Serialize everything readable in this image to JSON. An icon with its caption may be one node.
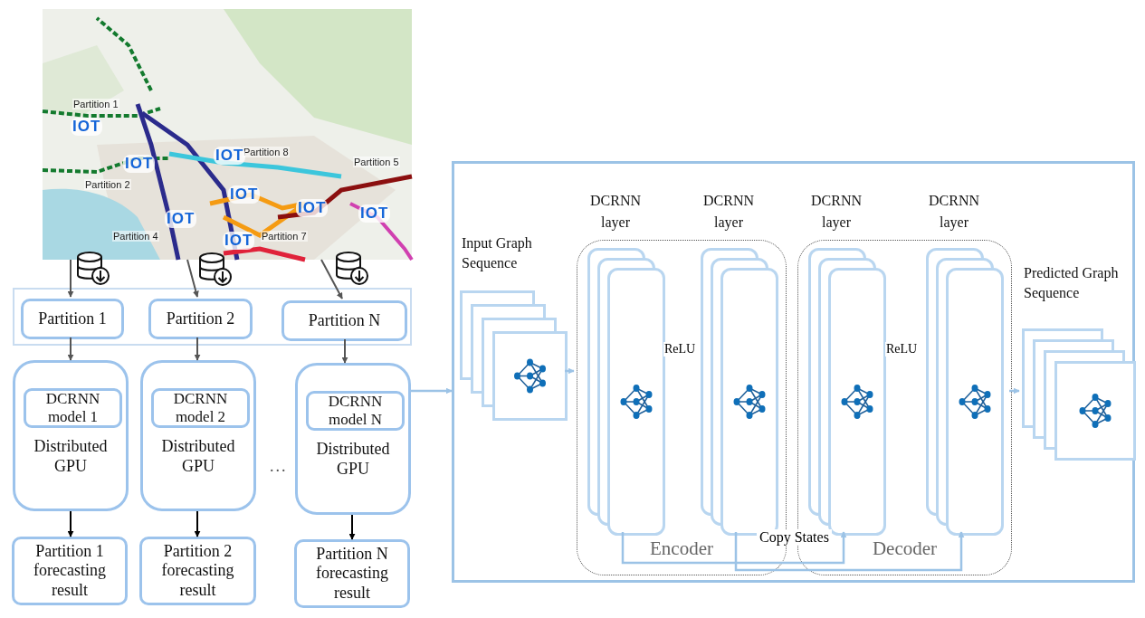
{
  "diagram": {
    "nodes": [
      {
        "text": [],
        "shape": "picture"
      },
      {
        "text": [],
        "shape": "box"
      },
      {
        "text": [
          "Partition 1"
        ],
        "in": 1
      },
      {
        "text": [
          "Partition 2"
        ],
        "in": 1
      },
      {
        "text": [
          "Partition N"
        ],
        "in": 1
      },
      {
        "text": [
          "Distributed GPU"
        ]
      },
      {
        "text": [
          "DCRNN model 1"
        ],
        "in": 5
      },
      {
        "text": [
          "Distributed GPU"
        ]
      },
      {
        "text": [
          "DCRNN model 2"
        ],
        "in": 7
      },
      {
        "text": [
          "Distributed GPU"
        ]
      },
      {
        "text": [
          "DCRNN model N"
        ],
        "in": 9
      },
      {
        "text": [
          "Partition 1 forecasting result"
        ]
      },
      {
        "text": [
          "Partition 2 forecasting result"
        ]
      },
      {
        "text": [
          "Partition N forecasting result"
        ]
      },
      {
        "text": [],
        "shape": "box"
      },
      {
        "text": [
          "Input Graph Sequence"
        ],
        "in": 14
      },
      {
        "text": [
          "Encoder"
        ],
        "in": 14
      },
      {
        "text": [],
        "shape": "box",
        "in": 16,
        "beside": [
          "DCRNN layer"
        ]
      },
      {
        "text": [],
        "shape": "box",
        "in": 16,
        "beside": [
          "DCRNN layer"
        ]
      },
      {
        "text": [
          "Decoder"
        ],
        "in": 14
      },
      {
        "text": [],
        "shape": "box",
        "in": 19,
        "beside": [
          "DCRNN layer"
        ]
      },
      {
        "text": [],
        "shape": "box",
        "in": 19,
        "beside": [
          "DCRNN layer"
        ]
      },
      {
        "text": [
          "Predicted Graph Sequence"
        ],
        "in": 14
      }
    ],
    "edges": [
      {
        "from": 0,
        "to": 2,
        "arrow": "to"
      },
      {
        "from": 0,
        "to": 3,
        "arrow": "to"
      },
      {
        "from": 0,
        "to": 4,
        "arrow": "to"
      },
      {
        "from": 2,
        "to": 5,
        "arrow": "to"
      },
      {
        "from": 3,
        "to": 7,
        "arrow": "to"
      },
      {
        "from": 4,
        "to": 9,
        "arrow": "to"
      },
      {
        "from": 5,
        "to": 11,
        "arrow": "to",
        "color": "#000000"
      },
      {
        "from": 7,
        "to": 12,
        "arrow": "to",
        "color": "#000000"
      },
      {
        "from": 9,
        "to": 13,
        "arrow": "to",
        "color": "#000000"
      },
      {
        "from": 9,
        "to": 14,
        "arrow": "to",
        "color": "#9cc3e6"
      },
      {
        "from": 15,
        "to": 16,
        "arrow": "to",
        "color": "#9cc3e6"
      },
      {
        "from": 17,
        "to": 20,
        "arrow": "to",
        "label": "Copy States",
        "color": "#9cc3e6"
      },
      {
        "from": 18,
        "to": 21,
        "arrow": "to",
        "color": "#9cc3e6"
      },
      {
        "from": 19,
        "to": 22,
        "arrow": "to",
        "color": "#9cc3e6"
      }
    ],
    "labels": [
      "Partition 1",
      "IOT",
      "Partition 8",
      "IOT",
      "IOT",
      "Partition 5",
      "Partition 2",
      "IOT",
      "IOT",
      "IOT",
      "IOT",
      "Partition 4",
      "Partition 7",
      "IOT",
      "ReLU",
      "ReLU",
      "..."
    ]
  }
}
